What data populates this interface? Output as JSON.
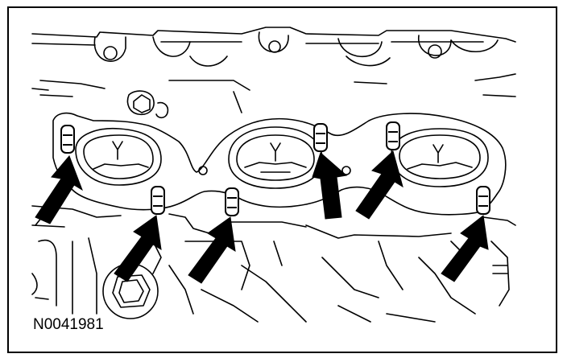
{
  "figure": {
    "id_label": "N0041981"
  },
  "colors": {
    "line": "#000000",
    "background": "#ffffff"
  },
  "studs": [
    {
      "name": "stud-1"
    },
    {
      "name": "stud-2"
    },
    {
      "name": "stud-3"
    },
    {
      "name": "stud-4"
    },
    {
      "name": "stud-5"
    },
    {
      "name": "stud-6"
    },
    {
      "name": "stud-7"
    }
  ],
  "arrows_count_label": ""
}
